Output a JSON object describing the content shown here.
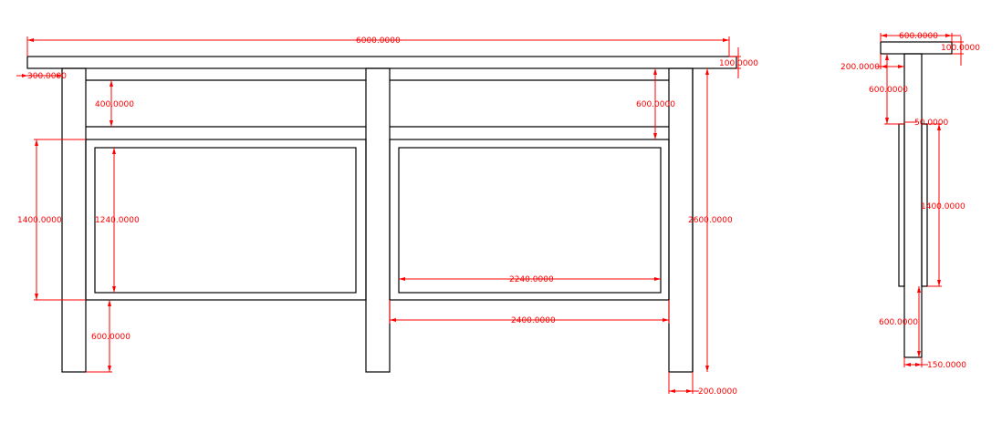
{
  "colors": {
    "outline": "#000000",
    "dimension": "#ff0000",
    "background": "#ffffff"
  },
  "front_view": {
    "overall_width": "6000.0000",
    "top_board_height": "100.0000",
    "overhang": "300.0000",
    "header_height": "400.0000",
    "header_depth": "600.0000",
    "panel_height": "1400.0000",
    "inner_panel_height": "1240.0000",
    "post_height": "2600.0000",
    "inner_panel_width": "2240.0000",
    "bay_width": "2400.0000",
    "leg_height": "600.0000",
    "post_width": "200.0000"
  },
  "side_view": {
    "top_width": "600.0000",
    "top_height": "100.0000",
    "offset": "200.0000",
    "upper_height": "600.0000",
    "panel_thickness": "50.0000",
    "panel_height": "1400.0000",
    "leg_height": "600.0000",
    "base_width": "150.0000"
  }
}
